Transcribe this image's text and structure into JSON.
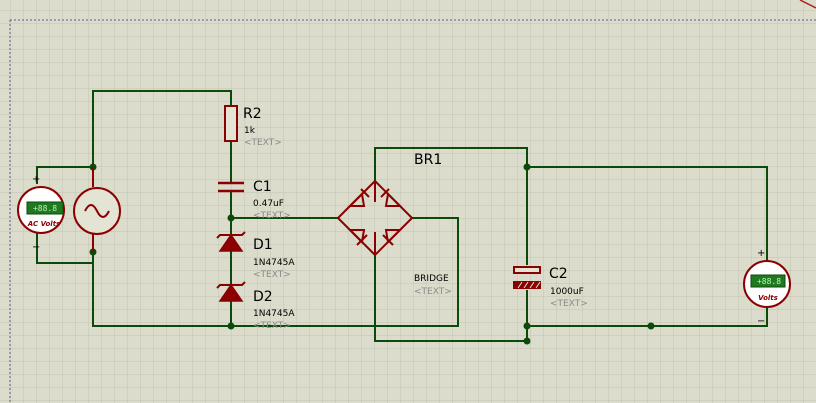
{
  "colors": {
    "background": "#dcdccc",
    "grid": "#c4c4b4",
    "wire": "#0b4a0b",
    "component": "#8b0000",
    "meter_face": "#ffffff",
    "meter_display": "#1f7a1f",
    "label": "#000000",
    "placeholder": "#8a8a8a"
  },
  "components": {
    "r2": {
      "ref": "R2",
      "value": "1k",
      "text": "<TEXT>"
    },
    "c1": {
      "ref": "C1",
      "value": "0.47uF",
      "text": "<TEXT>"
    },
    "d1": {
      "ref": "D1",
      "value": "1N4745A",
      "text": "<TEXT>"
    },
    "d2": {
      "ref": "D2",
      "value": "1N4745A",
      "text": "<TEXT>"
    },
    "br1": {
      "ref": "BR1",
      "value": "BRIDGE",
      "text": "<TEXT>"
    },
    "c2": {
      "ref": "C2",
      "value": "1000uF",
      "text": "<TEXT>"
    }
  },
  "meters": {
    "ac": {
      "label": "AC Volts",
      "display": "+88.8",
      "plus": "+",
      "minus": "−"
    },
    "dc": {
      "label": "Volts",
      "display": "+88.8",
      "plus": "+",
      "minus": "−"
    }
  },
  "icons": {
    "ac_source": "sine-wave-icon"
  }
}
